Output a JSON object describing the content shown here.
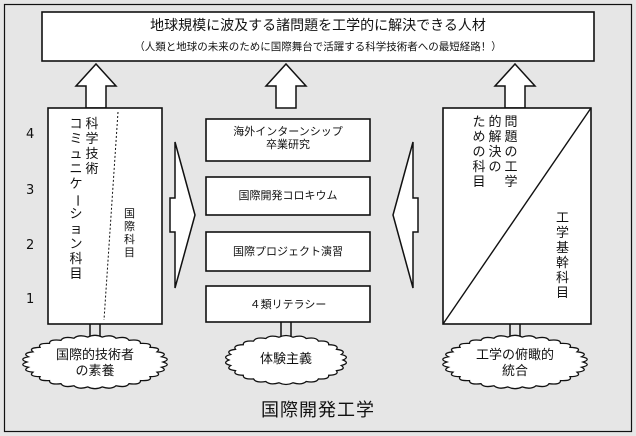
{
  "title": {
    "main": "地球規模に波及する諸問題を工学的に解決できる人材",
    "sub": "（人類と地球の未来のために国際舞台で活躍する科学技術者への最短経路！）"
  },
  "years": [
    "4",
    "3",
    "2",
    "1"
  ],
  "left_column": {
    "upper_text": "科学技術コミュニケーション科目",
    "lower_text": "国際科目",
    "oval": "国際的技術者\nの素養"
  },
  "center_column": {
    "boxes": [
      "海外インターンシップ\n卒業研究",
      "国際開発コロキウム",
      "国際プロジェクト演習",
      "４類リテラシー"
    ],
    "oval": "体験主義"
  },
  "right_column": {
    "upper_text": "問題の工学的解決のための科目",
    "lower_text": "工学基幹科目",
    "oval": "工学の俯瞰的\n統合"
  },
  "footer": "国際開発工学"
}
